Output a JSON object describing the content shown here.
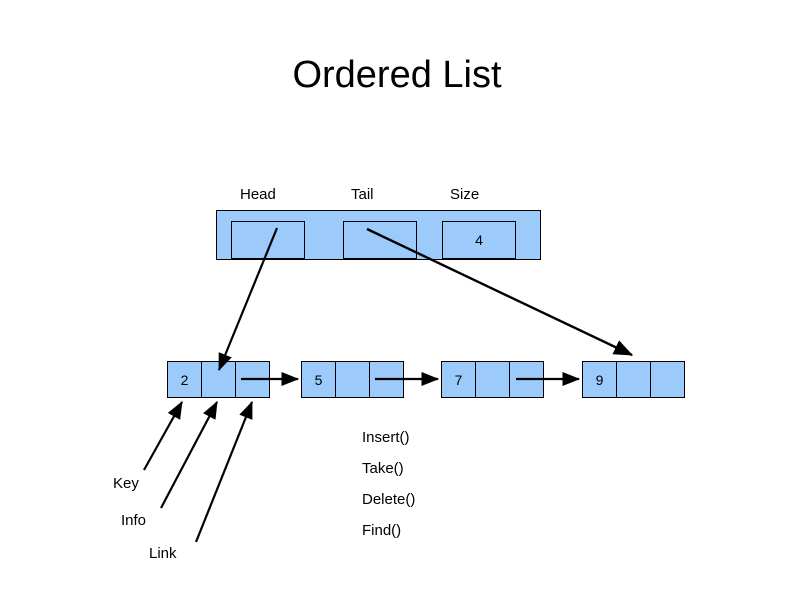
{
  "slide": {
    "title": "Ordered List",
    "background_color": "#ffffff",
    "node_fill_color": "#9CCBFB",
    "stroke_color": "#000000"
  },
  "structure": {
    "labels": [
      {
        "name": "head",
        "text": "Head"
      },
      {
        "name": "tail",
        "text": "Tail"
      },
      {
        "name": "size",
        "text": "Size"
      }
    ],
    "fields": [
      {
        "name": "head",
        "value": ""
      },
      {
        "name": "tail",
        "value": ""
      },
      {
        "name": "size",
        "value": "4"
      }
    ]
  },
  "list": {
    "nodes": [
      {
        "key": "2",
        "info": "",
        "link": ""
      },
      {
        "key": "5",
        "info": "",
        "link": ""
      },
      {
        "key": "7",
        "info": "",
        "link": ""
      },
      {
        "key": "9",
        "info": "",
        "link": ""
      }
    ]
  },
  "annotations": [
    {
      "name": "key",
      "text": "Key"
    },
    {
      "name": "info",
      "text": "Info"
    },
    {
      "name": "link",
      "text": "Link"
    }
  ],
  "operations": [
    {
      "name": "insert",
      "text": "Insert()"
    },
    {
      "name": "take",
      "text": "Take()"
    },
    {
      "name": "delete",
      "text": "Delete()"
    },
    {
      "name": "find",
      "text": "Find()"
    }
  ]
}
